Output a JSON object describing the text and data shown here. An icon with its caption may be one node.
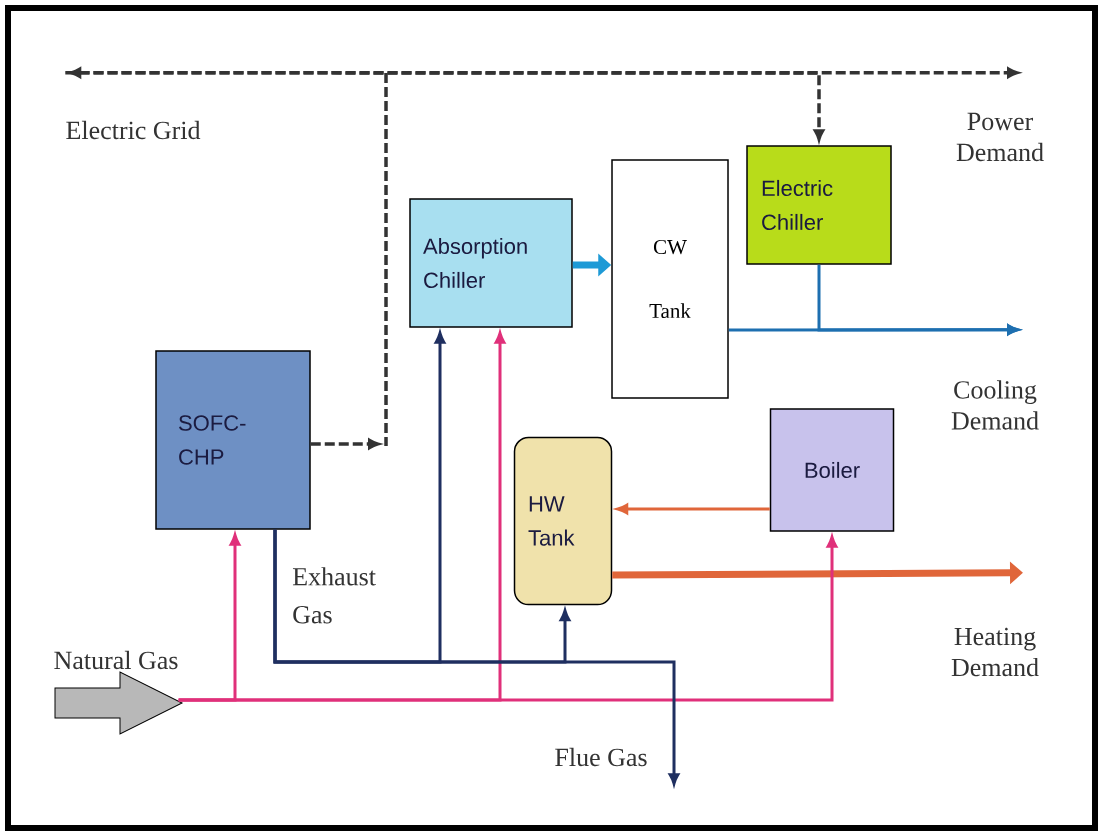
{
  "diagram": {
    "nodes": [
      {
        "text": [
          "Electric Grid"
        ]
      },
      {
        "text": [
          "Power Demand"
        ]
      },
      {
        "text": [
          "Absorption Chiller"
        ]
      },
      {
        "text": [
          "CW Tank"
        ]
      },
      {
        "text": [
          "Electric Chiller"
        ]
      },
      {
        "text": [
          "SOFC-CHP"
        ]
      },
      {
        "text": [
          "Cooling Demand"
        ]
      },
      {
        "text": [
          "HW Tank"
        ]
      },
      {
        "text": [
          "Boiler"
        ]
      },
      {
        "text": [
          "Heating Demand"
        ]
      },
      {
        "text": [
          "Natural Gas"
        ]
      },
      {
        "text": [
          "Flue Gas"
        ]
      }
    ],
    "edges": [
      {
        "from": 0,
        "to": 1,
        "arrow": "both",
        "style": "dashed"
      },
      {
        "from": 0,
        "to": 4,
        "arrow": "to",
        "style": "dashed"
      },
      {
        "from": 5,
        "to": null,
        "arrow": "to",
        "style": "dashed"
      },
      {
        "from": 2,
        "to": 3,
        "arrow": "to",
        "style": "thick",
        "color": "#1e9ad6"
      },
      {
        "from": 3,
        "to": 6,
        "arrow": "to",
        "color": "#1d6fb0"
      },
      {
        "from": 4,
        "to": 6,
        "arrow": "to",
        "color": "#1d6fb0"
      },
      {
        "from": 8,
        "to": 7,
        "arrow": "to",
        "color": "#e0663a"
      },
      {
        "from": 7,
        "to": 9,
        "arrow": "to",
        "style": "thick",
        "color": "#e0663a"
      },
      {
        "from": 10,
        "to": 5,
        "arrow": "to",
        "color": "#e0307a"
      },
      {
        "from": 10,
        "to": 2,
        "arrow": "to",
        "color": "#e0307a"
      },
      {
        "from": 10,
        "to": 8,
        "arrow": "to",
        "color": "#e0307a"
      },
      {
        "from": 5,
        "to": 2,
        "arrow": "to",
        "color": "#1f2f60"
      },
      {
        "from": 5,
        "to": 7,
        "arrow": "to",
        "color": "#1f2f60"
      },
      {
        "from": 5,
        "to": 11,
        "arrow": "to",
        "color": "#1f2f60",
        "label": "Exhaust Gas"
      }
    ]
  }
}
